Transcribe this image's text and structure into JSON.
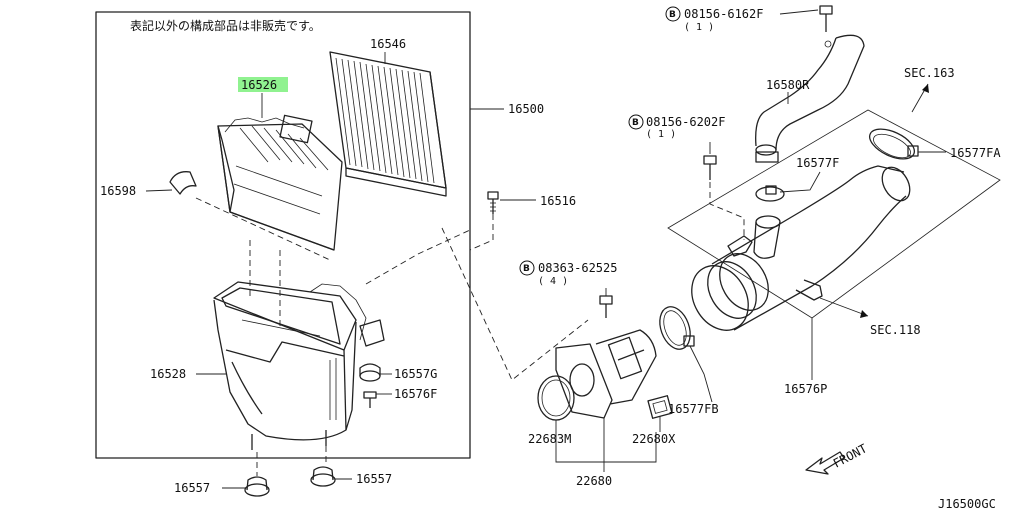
{
  "diagram": {
    "note": "表記以外の構成部品は非販売です。",
    "drawing_code": "J16500GC",
    "front_label": "FRONT",
    "bolt_symbol": "B",
    "parts": {
      "p16546": "16546",
      "p16526": "16526",
      "p16500": "16500",
      "p16598": "16598",
      "p16516": "16516",
      "p16528": "16528",
      "p16557g": "16557G",
      "p16576f": "16576F",
      "p16557a": "16557",
      "p16557b": "16557",
      "p22683m": "22683M",
      "p22680x": "22680X",
      "p22680": "22680",
      "p16577fb": "16577FB",
      "p16576p": "16576P",
      "p16577f": "16577F",
      "p16580r": "16580R",
      "p16577fa": "16577FA"
    },
    "bolts": {
      "b1_code": "08156-6162F",
      "b1_qty": "( 1 )",
      "b2_code": "08156-6202F",
      "b2_qty": "( 1 )",
      "b3_code": "08363-62525",
      "b3_qty": "( 4 )"
    },
    "sections": {
      "sec163": "SEC.163",
      "sec118": "SEC.118"
    },
    "highlight_color": "#7CF07C"
  }
}
